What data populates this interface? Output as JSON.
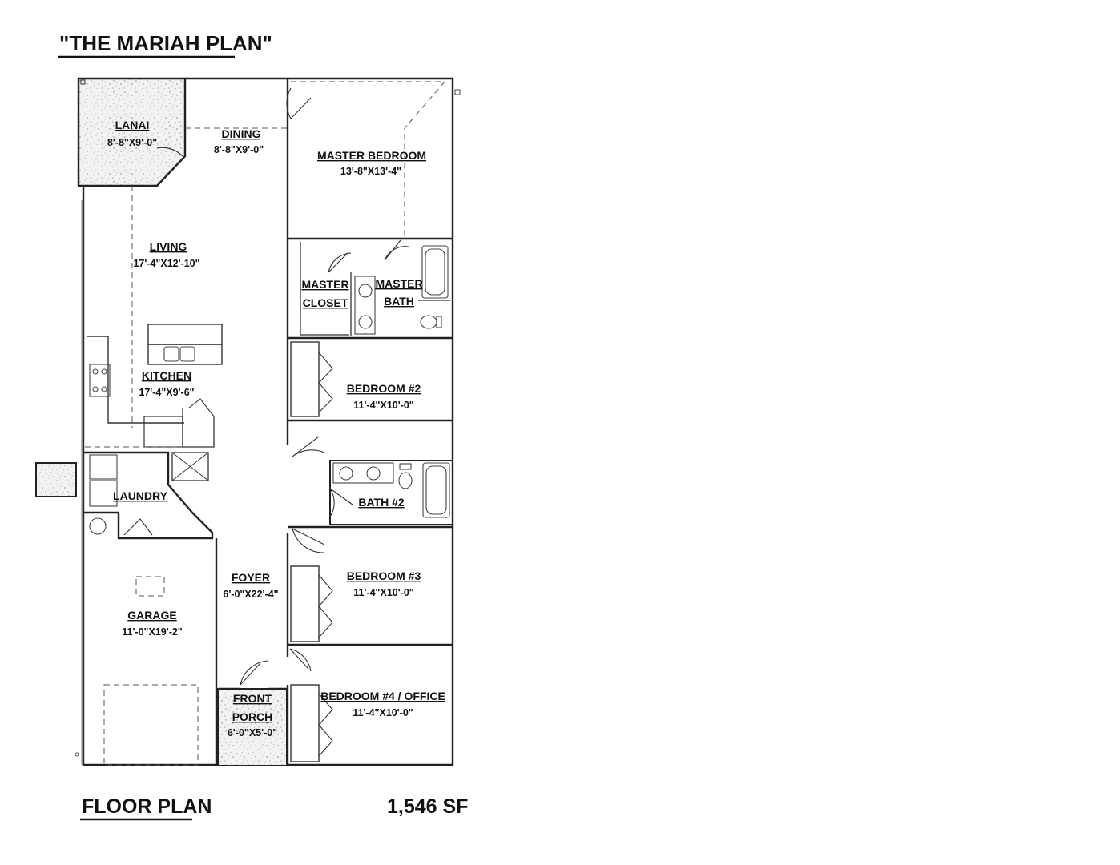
{
  "title": "\"THE MARIAH PLAN\"",
  "footer": {
    "label": "FLOOR PLAN",
    "area": "1,546 SF"
  },
  "rooms": {
    "lanai": {
      "name": "LANAI",
      "dims": "8'-8\"X9'-0\""
    },
    "dining": {
      "name": "DINING",
      "dims": "8'-8\"X9'-0\""
    },
    "living": {
      "name": "LIVING",
      "dims": "17'-4\"X12'-10\""
    },
    "kitchen": {
      "name": "KITCHEN",
      "dims": "17'-4\"X9'-6\""
    },
    "laundry": {
      "name": "LAUNDRY"
    },
    "garage": {
      "name": "GARAGE",
      "dims": "11'-0\"X19'-2\""
    },
    "foyer": {
      "name": "FOYER",
      "dims": "6'-0\"X22'-4\""
    },
    "front_porch": {
      "name1": "FRONT",
      "name2": "PORCH",
      "dims": "6'-0\"X5'-0\""
    },
    "master_bedroom": {
      "name": "MASTER BEDROOM",
      "dims": "13'-8\"X13'-4\""
    },
    "master_closet": {
      "name1": "MASTER",
      "name2": "CLOSET"
    },
    "master_bath": {
      "name1": "MASTER",
      "name2": "BATH"
    },
    "bedroom2": {
      "name": "BEDROOM #2",
      "dims": "11'-4\"X10'-0\""
    },
    "bath2": {
      "name": "BATH #2"
    },
    "bedroom3": {
      "name": "BEDROOM #3",
      "dims": "11'-4\"X10'-0\""
    },
    "bedroom4": {
      "name": "BEDROOM #4 / OFFICE",
      "dims": "11'-4\"X10'-0\""
    }
  }
}
